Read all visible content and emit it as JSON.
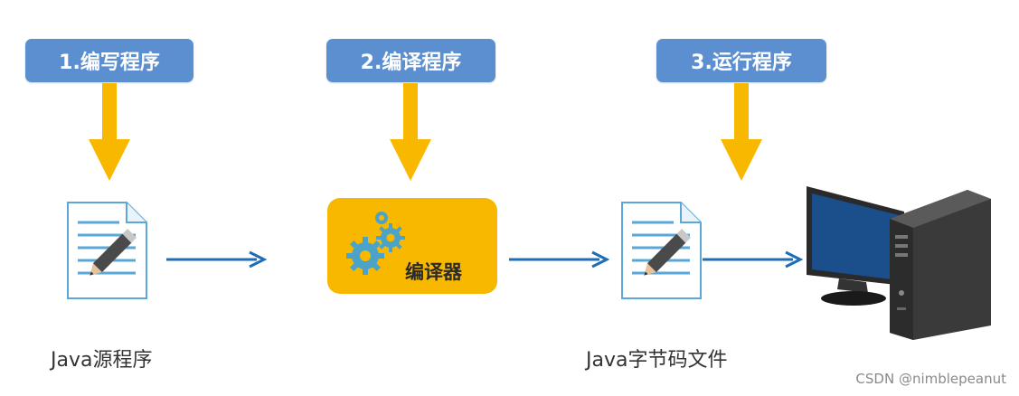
{
  "steps": [
    {
      "label": "1.编写程序"
    },
    {
      "label": "2.编译程序"
    },
    {
      "label": "3.运行程序"
    }
  ],
  "compiler": {
    "label": "编译器"
  },
  "captions": {
    "source": "Java源程序",
    "bytecode": "Java字节码文件"
  },
  "watermark": "CSDN @nimblepeanut",
  "icons": [
    "document-pencil-icon",
    "gears-icon",
    "computer-icon"
  ],
  "colors": {
    "step_bg": "#5b8fd0",
    "down_arrow": "#f8b800",
    "compiler_bg": "#f8b800",
    "flow_arrow": "#1f6db5",
    "monitor_screen": "#1b4f8c",
    "gear": "#4ba3c7"
  }
}
